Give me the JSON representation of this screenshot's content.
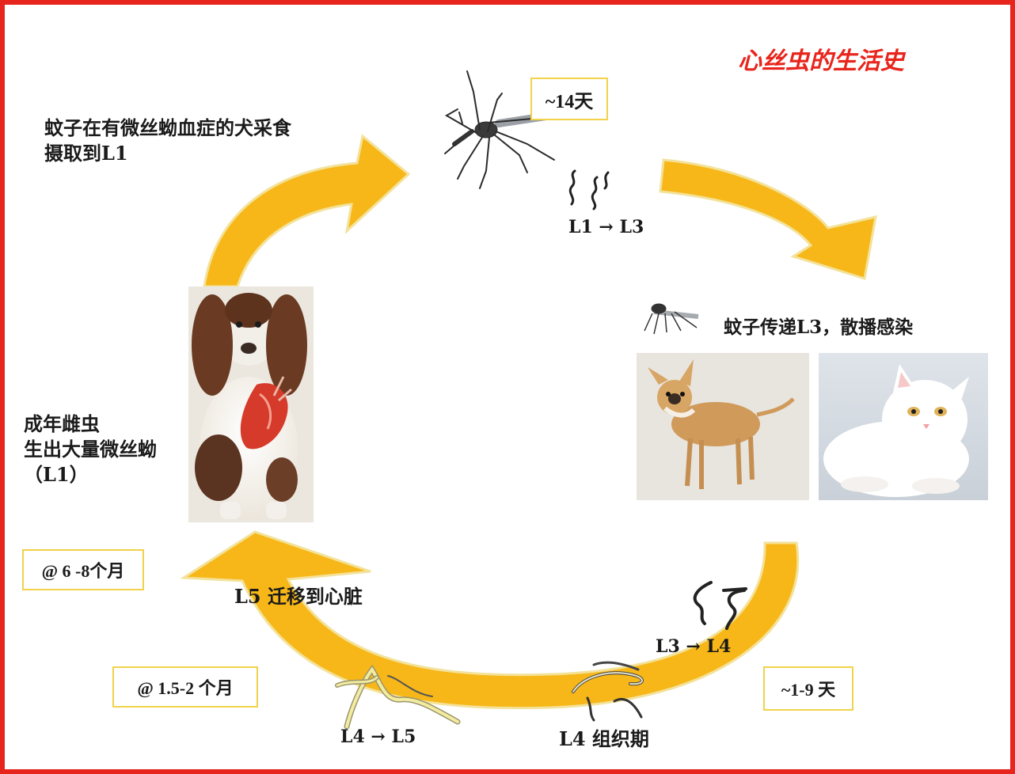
{
  "title": "心丝虫的生活史",
  "labels": {
    "mosquito_feed_line1": "蚊子在有微丝蚴血症的犬采食",
    "mosquito_feed_line2": "摄取到L1",
    "l1_to_l3": "L1 → L3",
    "mosquito_transmit": "蚊子传递L3，散播感染",
    "adult_line1": "成年雌虫",
    "adult_line2": "生出大量微丝蚴",
    "adult_line3": "（L1）",
    "l5_migrate": "L5 迁移到心脏",
    "l3_to_l4": "L3 → L4",
    "l4_to_l5": "L4 → L5",
    "l4_tissue": "L4 组织期"
  },
  "durations": {
    "d14": "~14天",
    "d6_8": "@ 6 -8个月",
    "d15_2": "@ 1.5-2 个月",
    "d1_9": "~1-9 天"
  },
  "colors": {
    "border": "#e8251c",
    "title": "#e8251c",
    "arrow_fill": "#f7b718",
    "arrow_stroke": "#f3e29a",
    "box_border": "#f1d24a"
  }
}
